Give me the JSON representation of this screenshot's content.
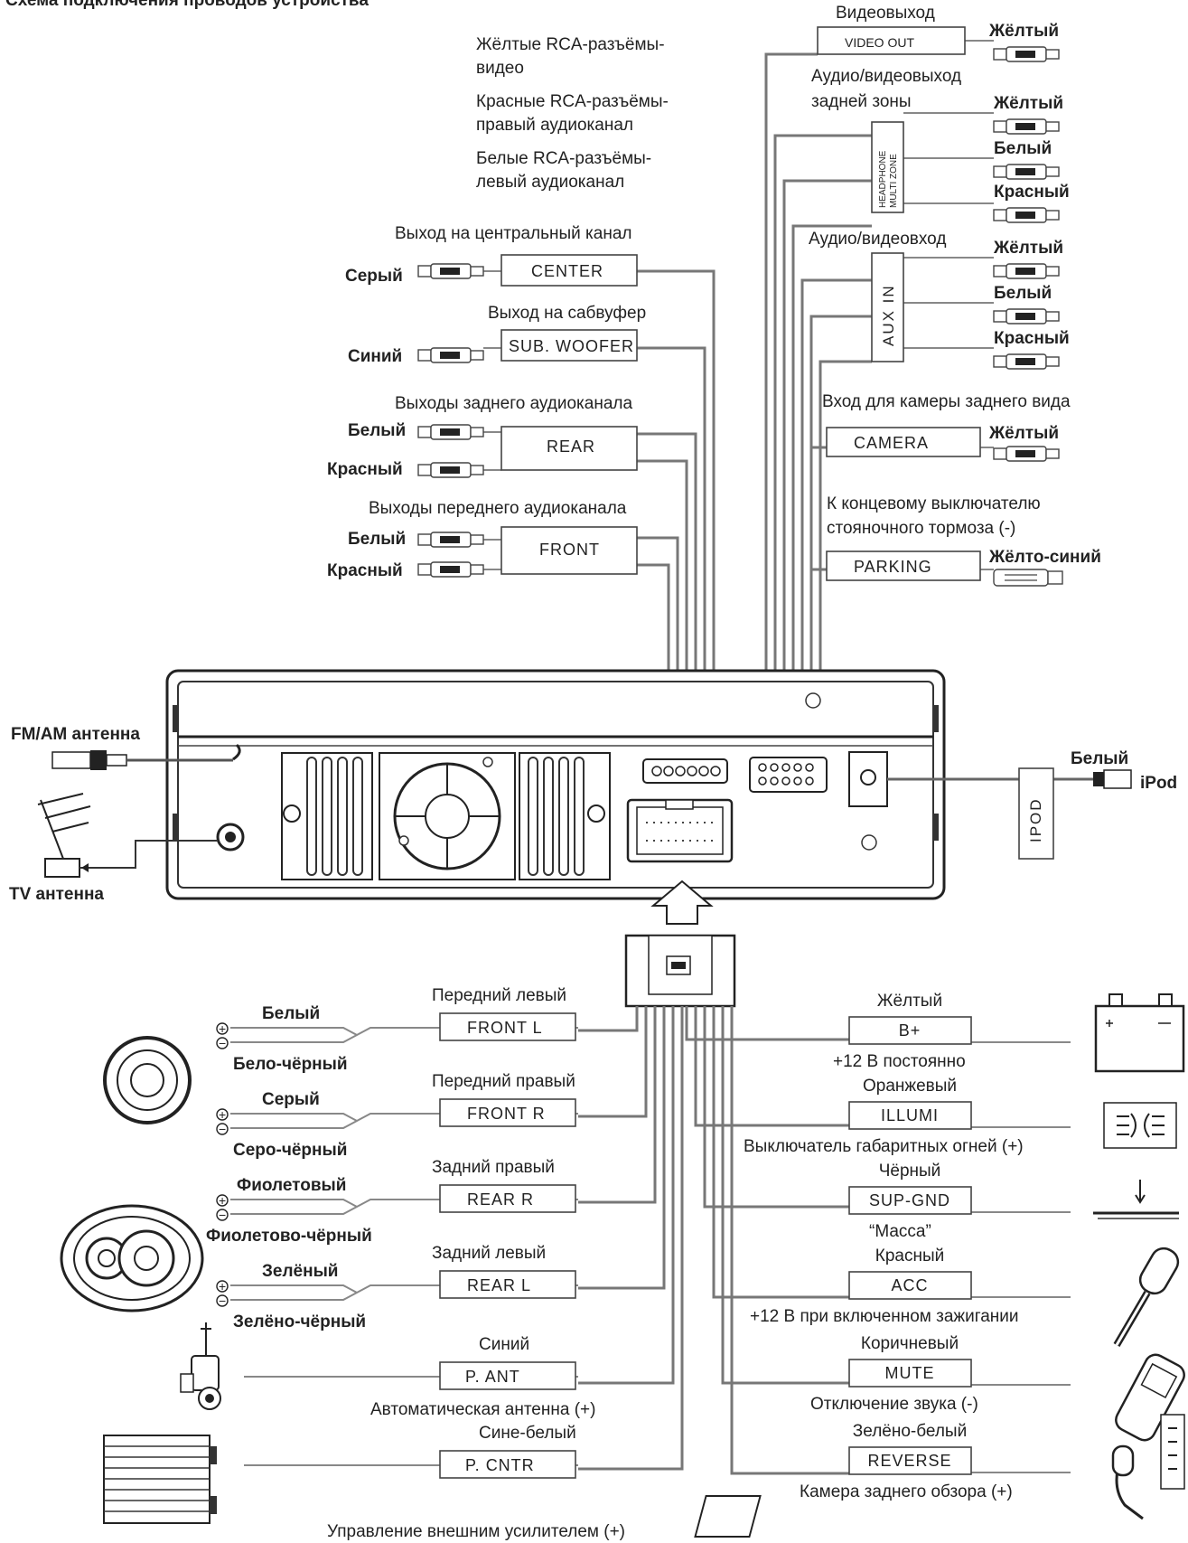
{
  "header": {
    "title": "Схема подключения проводов устройства"
  },
  "top_right": {
    "video_out": {
      "title": "Видеовыход",
      "box": "VIDEO OUT",
      "color": "Жёлтый"
    },
    "rear_zone": {
      "title1": "Аудио/видеовыход",
      "title2": "задней зоны",
      "box": [
        "HEADPHONE",
        "MULTI ZONE"
      ],
      "colors": [
        "Жёлтый",
        "Белый",
        "Красный"
      ]
    },
    "aux_in": {
      "title": "Аудио/видеовход",
      "box": "AUX IN",
      "colors": [
        "Жёлтый",
        "Белый",
        "Красный"
      ]
    },
    "camera": {
      "title": "Вход для камеры заднего вида",
      "box": "CAMERA",
      "color": "Жёлтый"
    },
    "parking": {
      "title1": "К концевому выключателю",
      "title2": "стояночного тормоза (-)",
      "box": "PARKING",
      "color": "Жёлто-синий"
    }
  },
  "top_left": {
    "legend": [
      "Жёлтые RCA-разъёмы-",
      "видео",
      "Красные RCA-разъёмы-",
      "правый аудиоканал",
      "Белые RCA-разъёмы-",
      "левый аудиоканал"
    ],
    "center": {
      "title": "Выход на центральный канал",
      "box": "CENTER",
      "color": "Серый"
    },
    "sub": {
      "title": "Выход на сабвуфер",
      "box": "SUB. WOOFER",
      "color": "Синий"
    },
    "rear": {
      "title": "Выходы заднего аудиоканала",
      "box": "REAR",
      "colors": [
        "Белый",
        "Красный"
      ]
    },
    "front": {
      "title": "Выходы переднего аудиоканала",
      "box": "FRONT",
      "colors": [
        "Белый",
        "Красный"
      ]
    }
  },
  "unit": {
    "fm_am": "FM/AM антенна",
    "tv": "TV антенна",
    "ipod_color": "Белый",
    "ipod": "iPod",
    "ipod_box": "IPOD"
  },
  "bottom_left": [
    {
      "title": "Передний левый",
      "box": "FRONT L",
      "c1": "Белый",
      "c2": "Бело-чёрный"
    },
    {
      "title": "Передний правый",
      "box": "FRONT R",
      "c1": "Серый",
      "c2": "Серо-чёрный"
    },
    {
      "title": "Задний правый",
      "box": "REAR R",
      "c1": "Фиолетовый",
      "c2": "Фиолетово-чёрный"
    },
    {
      "title": "Задний левый",
      "box": "REAR L",
      "c1": "Зелёный",
      "c2": "Зелёно-чёрный"
    },
    {
      "title": "Синий",
      "box": "P. ANT",
      "note": "Автоматическая антенна (+)"
    },
    {
      "title": "Сине-белый",
      "box": "P. CNTR",
      "note": "Управление внешним усилителем (+)"
    }
  ],
  "bottom_right": [
    {
      "title": "Жёлтый",
      "box": "B+",
      "note": "+12 В постоянно"
    },
    {
      "title": "Оранжевый",
      "box": "ILLUMI",
      "note": "Выключатель габаритных огней (+)"
    },
    {
      "title": "Чёрный",
      "box": "SUP-GND",
      "note": "“Масса”"
    },
    {
      "title": "Красный",
      "box": "ACC",
      "note": "+12 В при включенном зажигании"
    },
    {
      "title": "Коричневый",
      "box": "MUTE",
      "note": "Отключение звука (-)"
    },
    {
      "title": "Зелёно-белый",
      "box": "REVERSE",
      "note": "Камера заднего обзора (+)"
    }
  ],
  "polarity": {
    "plus": "+",
    "minus": "−"
  }
}
